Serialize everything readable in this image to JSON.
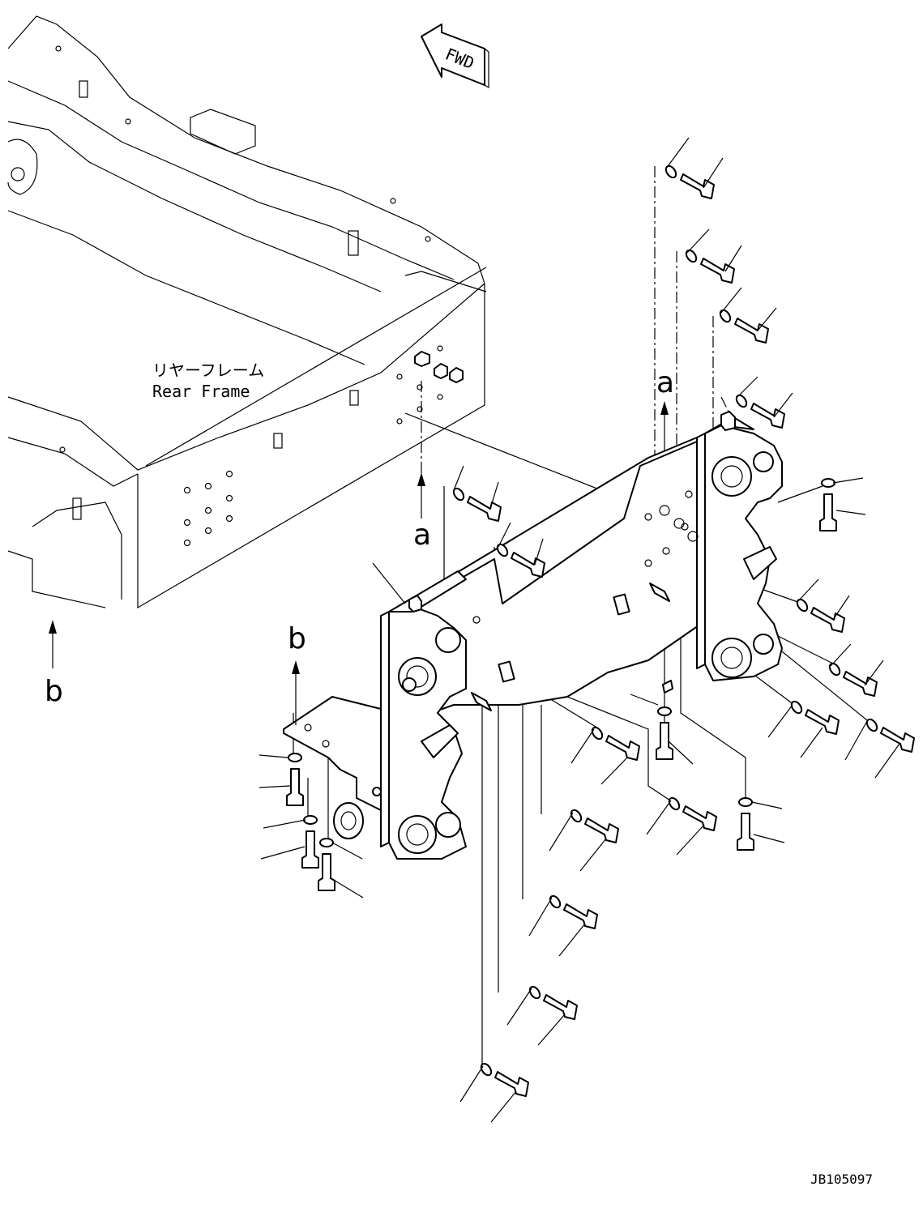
{
  "drawing": {
    "fwd_label": "FWD",
    "frame_label_jp": "リヤーフレーム",
    "frame_label_en": "Rear Frame",
    "view_a_label": "a",
    "view_b_label": "b",
    "drawing_number": "JB105097"
  },
  "icons": {
    "fwd_arrow": "direction-arrow-icon"
  }
}
